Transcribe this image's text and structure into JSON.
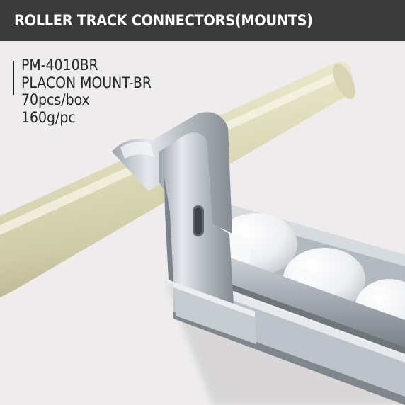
{
  "header": {
    "title": "ROLLER TRACK CONNECTORS(MOUNTS)"
  },
  "product": {
    "code": "PM-4010BR",
    "name": "PLACON MOUNT-BR",
    "pack": "70pcs/box",
    "weight": "160g/pc"
  },
  "colors": {
    "header_bg": "#3b3a3a",
    "background": "#eeecec",
    "pipe": "#e6e3c6",
    "metal": "#b9bfc6",
    "roller": "#f4f5f7"
  }
}
